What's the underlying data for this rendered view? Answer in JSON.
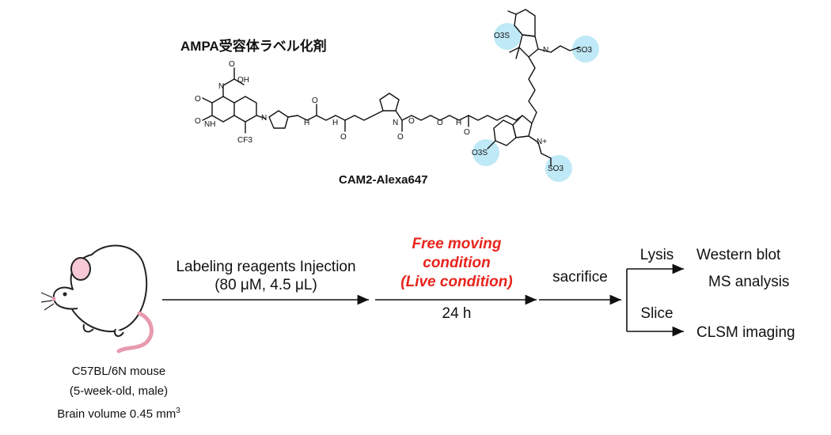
{
  "title": "AMPA受容体ラベル化剤",
  "reagent": "CAM2-Alexa647",
  "atoms": {
    "oh": "OH",
    "o": "O",
    "n": "N",
    "nh": "NH",
    "h": "H",
    "cf3": "CF3",
    "so3": "SO3",
    "o3s": "O3S",
    "nplus": "N+"
  },
  "workflow": {
    "injection": "Labeling reagents Injection",
    "injection_detail": "(80 μM, 4.5 μL)",
    "free_moving_1": "Free moving",
    "free_moving_2": "condition",
    "live_condition": "(Live condition)",
    "duration": "24 h",
    "sacrifice": "sacrifice",
    "lysis": "Lysis",
    "slice": "Slice",
    "western": "Western blot",
    "ms": "MS analysis",
    "clsm": "CLSM imaging"
  },
  "mouse": {
    "strain": "C57BL/6N mouse",
    "age_sex": "(5-week-old, male)",
    "brain_volume": "Brain volume 0.45 mm",
    "brain_volume_exp": "3"
  },
  "colors": {
    "accent_red": "#e8241c",
    "halo": "#bfe9f6"
  }
}
